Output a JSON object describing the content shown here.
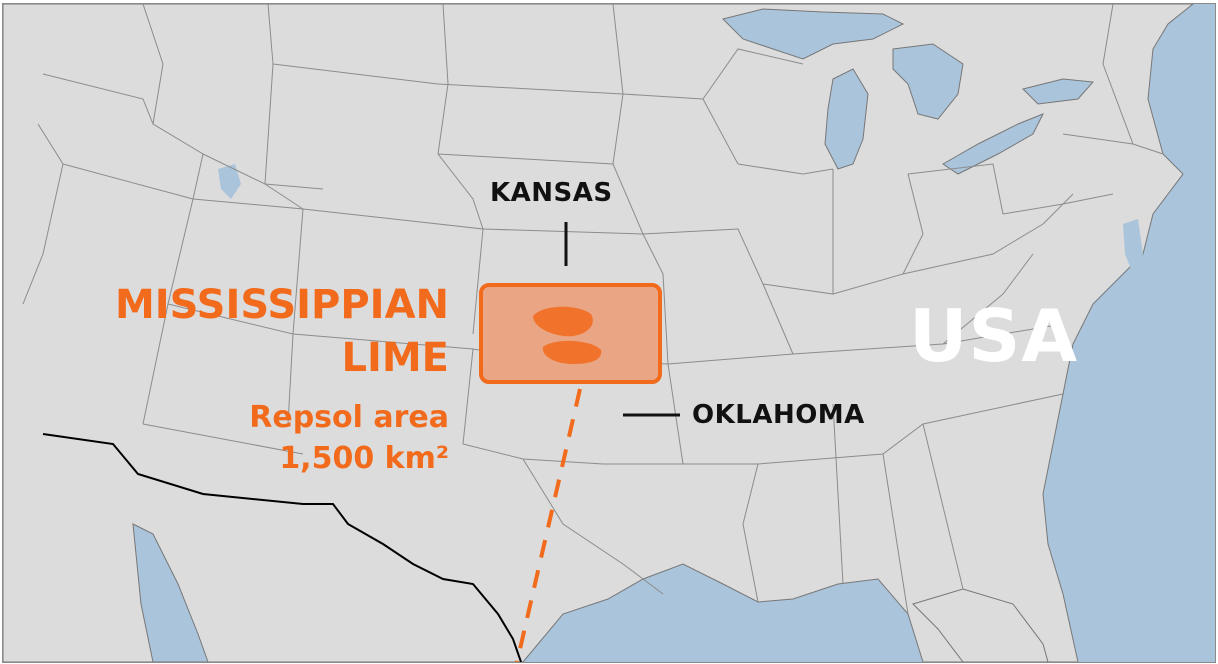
{
  "map": {
    "country_label": "USA",
    "states": [
      {
        "name": "KANSAS"
      },
      {
        "name": "OKLAHOMA"
      }
    ],
    "play": {
      "title_line1": "MISSISSIPPIAN",
      "title_line2": "LIME",
      "subtitle_line1": "Repsol area",
      "subtitle_line2": "1,500 km²"
    },
    "colors": {
      "water": "#aac4db",
      "land": "#dcdcdc",
      "border": "#8c8c8c",
      "accent": "#f26a1b",
      "highlight_fill": "#e9a584"
    }
  }
}
